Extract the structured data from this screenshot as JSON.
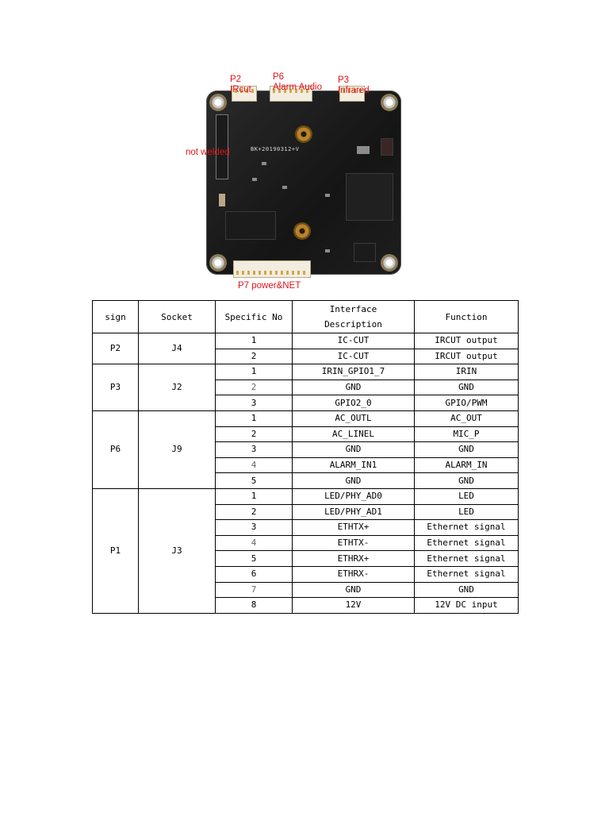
{
  "board_photo": {
    "callouts": {
      "p2": "P2\nIRcut",
      "p6": "P6\nAlarm Audio",
      "p3": "P3\nInfrared",
      "not_welded": "not welded",
      "p7": "P7 power&NET"
    },
    "silkscreen": "BK+20190312+V",
    "colors": {
      "callout": "#e0141b",
      "pcb": "#1c1c1c"
    }
  },
  "table": {
    "headers": [
      "sign",
      "Socket",
      "Specific No",
      "Interface\nDescription",
      "Function"
    ],
    "groups": [
      {
        "sign": "P2",
        "socket": "J4",
        "rows": [
          {
            "no": "1",
            "iface": "IC-CUT",
            "func": "IRCUT output"
          },
          {
            "no": "2",
            "iface": "IC-CUT",
            "func": "IRCUT output"
          }
        ]
      },
      {
        "sign": "P3",
        "socket": "J2",
        "rows": [
          {
            "no": "1",
            "iface": "IRIN_GPIO1_7",
            "func": "IRIN"
          },
          {
            "no": "2",
            "iface": "GND",
            "func": "GND"
          },
          {
            "no": "3",
            "iface": "GPIO2_0",
            "func": "GPIO/PWM"
          }
        ]
      },
      {
        "sign": "P6",
        "socket": "J9",
        "rows": [
          {
            "no": "1",
            "iface": "AC_OUTL",
            "func": "AC_OUT"
          },
          {
            "no": "2",
            "iface": "AC_LINEL",
            "func": "MIC_P"
          },
          {
            "no": "3",
            "iface": "GND",
            "func": "GND"
          },
          {
            "no": "4",
            "iface": "ALARM_IN1",
            "func": "ALARM_IN"
          },
          {
            "no": "5",
            "iface": "GND",
            "func": "GND"
          }
        ]
      },
      {
        "sign": "P1",
        "socket": "J3",
        "rows": [
          {
            "no": "1",
            "iface": "LED/PHY_AD0",
            "func": "LED"
          },
          {
            "no": "2",
            "iface": "LED/PHY_AD1",
            "func": "LED"
          },
          {
            "no": "3",
            "iface": "ETHTX+",
            "func": "Ethernet signal"
          },
          {
            "no": "4",
            "iface": "ETHTX-",
            "func": "Ethernet signal"
          },
          {
            "no": "5",
            "iface": "ETHRX+",
            "func": "Ethernet signal"
          },
          {
            "no": "6",
            "iface": "ETHRX-",
            "func": "Ethernet signal"
          },
          {
            "no": "7",
            "iface": "GND",
            "func": "GND"
          },
          {
            "no": "8",
            "iface": "12V",
            "func": "12V DC input"
          }
        ]
      }
    ]
  }
}
